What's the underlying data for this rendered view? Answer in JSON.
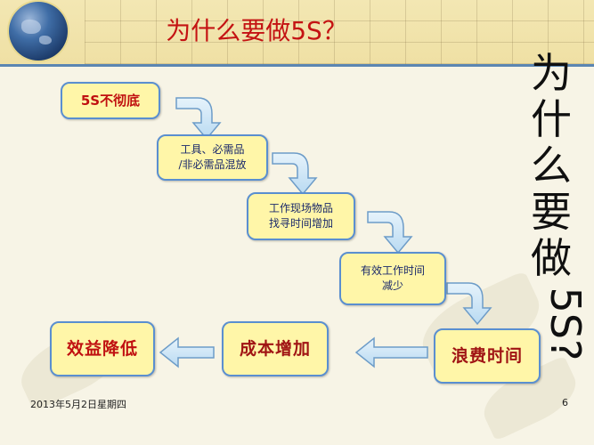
{
  "slide": {
    "title": "为什么要做5S？",
    "side_title_chars": [
      "为",
      "什",
      "么",
      "要",
      "做"
    ],
    "side_title_tail": "5S?",
    "footer_date": "2013年5月2日星期四",
    "page_number": "6"
  },
  "flow": {
    "step1": "5S不彻底",
    "step2_line1": "工具、必需品",
    "step2_line2": "/非必需品混放",
    "step3_line1": "工作现场物品",
    "step3_line2": "找寻时间增加",
    "step4_line1": "有效工作时间",
    "step4_line2": "减少",
    "step5": "浪费时间",
    "step6": "成本增加",
    "step7": "效益降低"
  },
  "colors": {
    "box_fill": "#fff6a8",
    "box_border": "#5a8fd0",
    "title_red": "#c41313",
    "arrow_fill": "#cfe6f7"
  }
}
